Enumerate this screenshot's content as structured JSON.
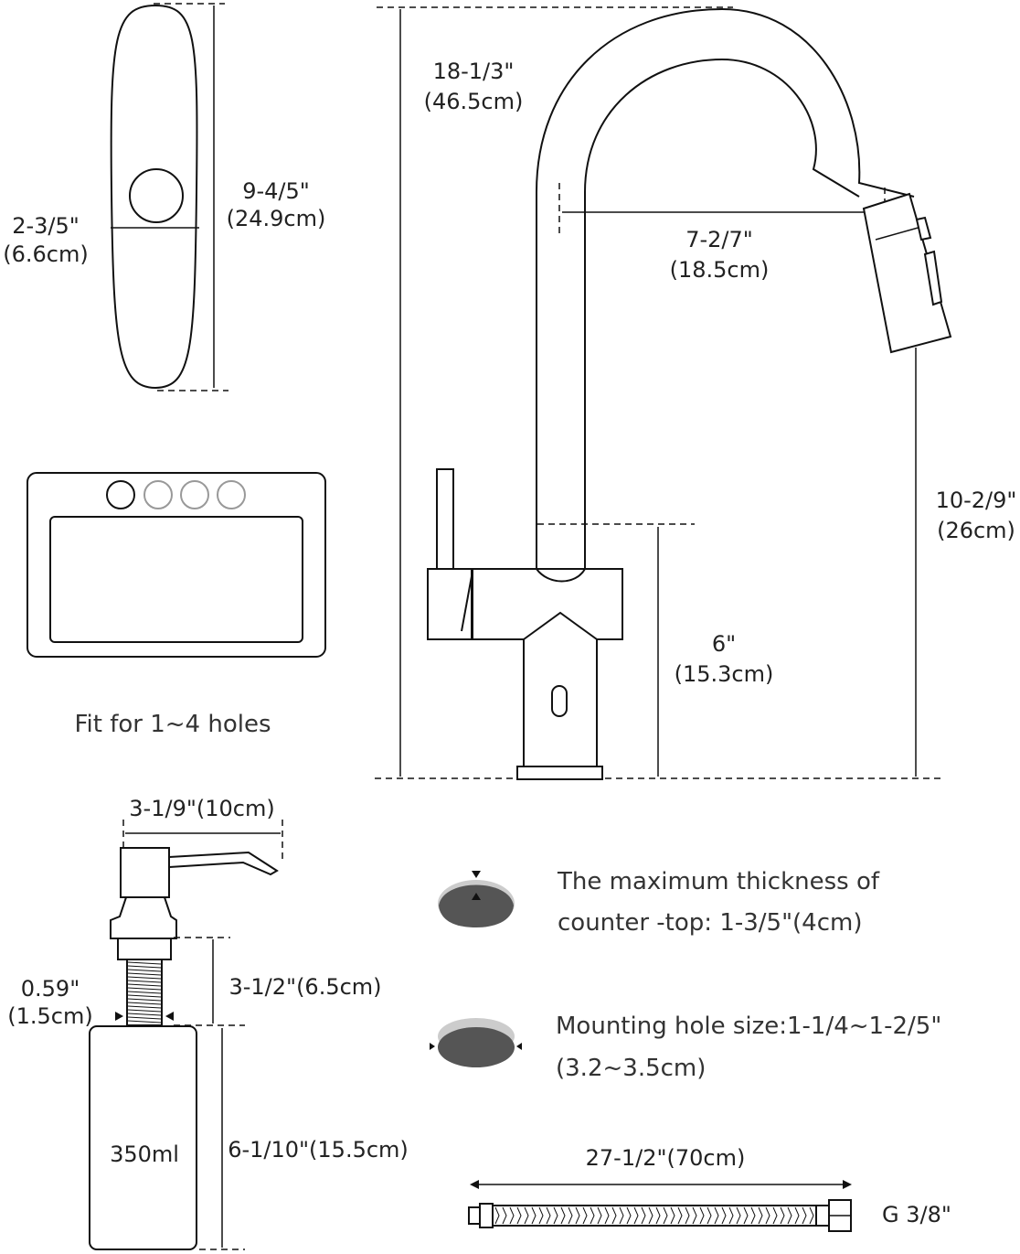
{
  "deck_plate": {
    "width": "2-3/5\"",
    "width_cm": "(6.6cm)",
    "length": "9-4/5\"",
    "length_cm": "(24.9cm)"
  },
  "sink": {
    "caption": "Fit for 1~4 holes"
  },
  "faucet": {
    "total_height": "18-1/3\"",
    "total_height_cm": "(46.5cm)",
    "reach": "7-2/7\"",
    "reach_cm": "(18.5cm)",
    "spout_height": "10-2/9\"",
    "spout_height_cm": "(26cm)",
    "handle_height": "6\"",
    "handle_height_cm": "(15.3cm)"
  },
  "soap_dispenser": {
    "pump_width": "3-1/9\"(10cm)",
    "shank_length": "3-1/2\"(6.5cm)",
    "shank_diameter": "0.59\"",
    "shank_diameter_cm": "(1.5cm)",
    "bottle_height": "6-1/10\"(15.5cm)",
    "bottle_volume": "350ml"
  },
  "counter_top": {
    "line1": "The maximum thickness of",
    "line2": "counter -top: 1-3/5\"(4cm)"
  },
  "mounting_hole": {
    "line1": "Mounting hole size:1-1/4~1-2/5\"",
    "line2": "(3.2~3.5cm)"
  },
  "hose": {
    "length": "27-1/2\"(70cm)",
    "thread": "G 3/8\""
  },
  "colors": {
    "line": "#111111",
    "dark_fill": "#555555",
    "light_fill": "#cccccc",
    "background": "#ffffff"
  }
}
